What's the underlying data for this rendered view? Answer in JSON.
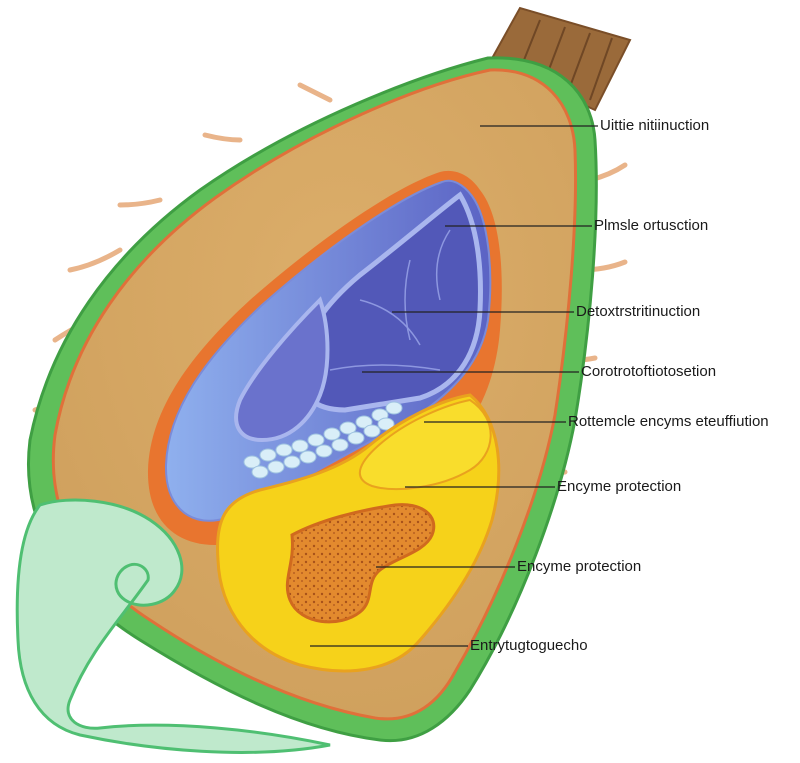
{
  "labels": [
    {
      "id": "l1",
      "text": "Uittie nitiinuction"
    },
    {
      "id": "l2",
      "text": "Plmsle ortusction"
    },
    {
      "id": "l3",
      "text": "Detoxtrstritinuction"
    },
    {
      "id": "l4",
      "text": "Corotrotoftiotosetion"
    },
    {
      "id": "l5",
      "text": "Rottemcle encyms eteuffiution"
    },
    {
      "id": "l6",
      "text": "Encyme protection"
    },
    {
      "id": "l7",
      "text": "Encyme protection"
    },
    {
      "id": "l8",
      "text": "Entrytugtoguecho"
    }
  ],
  "colors": {
    "husk": "#5fbf5a",
    "husk_dark": "#3f9f43",
    "flesh": "#d7a862",
    "flesh_edge": "#e0703a",
    "blue_light": "#8aa6ea",
    "blue_dark": "#5258b8",
    "yellow": "#f6d21a",
    "orange_core": "#e9892a",
    "stem": "#9a6a3a",
    "hair": "#e9b48a",
    "leaf": "#bfe9cc"
  }
}
